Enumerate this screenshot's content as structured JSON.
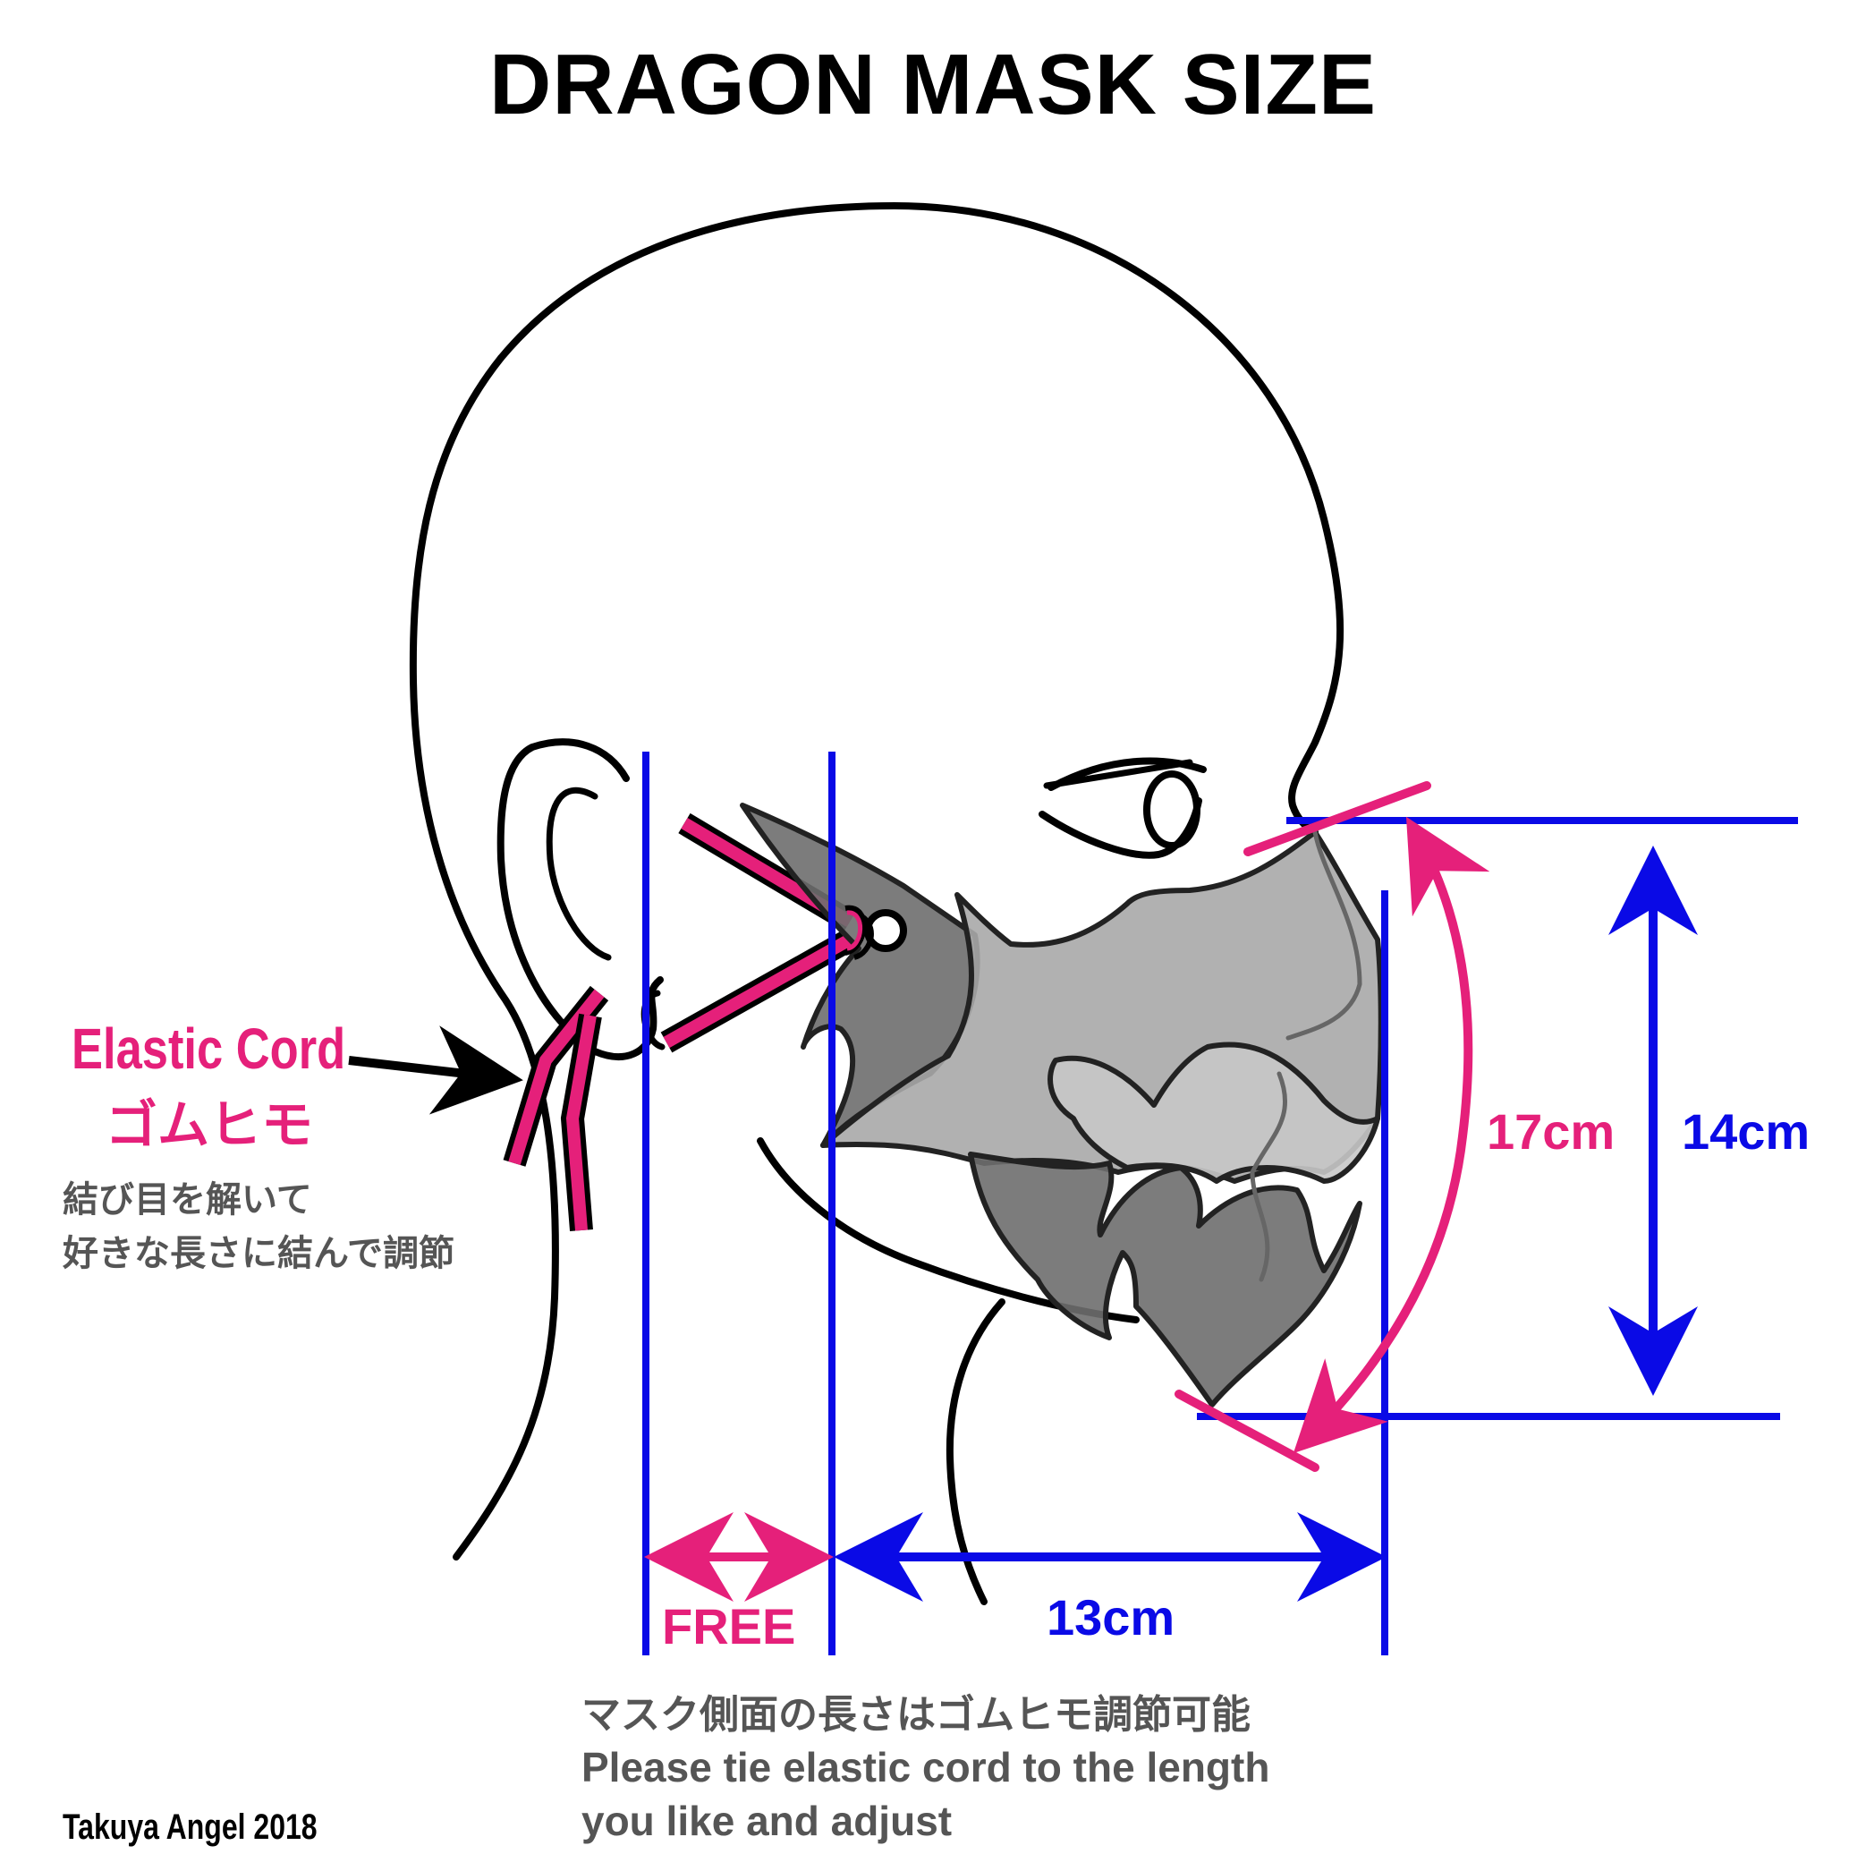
{
  "title": "DRAGON MASK SIZE",
  "elastic_cord": {
    "label_en": "Elastic Cord",
    "label_jp": "ゴムヒモ",
    "note_line1": "結び目を解いて",
    "note_line2": "好きな長さに結んで調節"
  },
  "dimensions": {
    "free": "FREE",
    "width": "13cm",
    "curve_length": "17cm",
    "height": "14cm"
  },
  "instructions": {
    "jp": "マスク側面の長さはゴムヒモ調節可能",
    "en_line1": "Please tie elastic cord to the length",
    "en_line2": "you like and adjust"
  },
  "credit": "Takuya Angel 2018",
  "colors": {
    "pink": "#e5207a",
    "blue": "#0a0ae6",
    "outline": "#000000",
    "mask_dark": "#6e6e6e",
    "mask_mid": "#a8a8a8",
    "mask_light": "#c8c8c8",
    "note_gray": "#555555"
  }
}
